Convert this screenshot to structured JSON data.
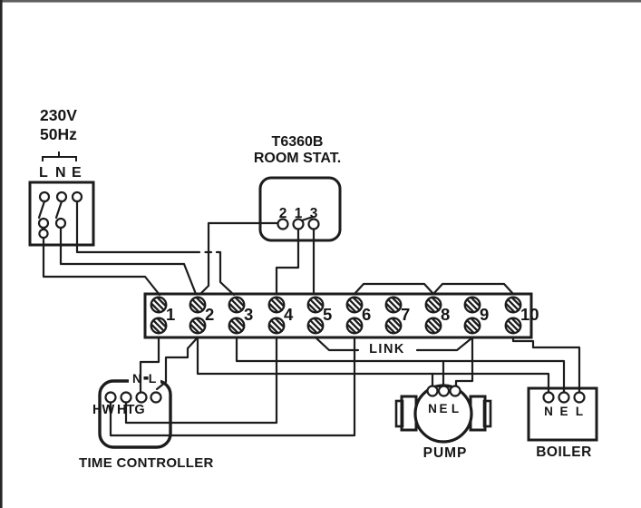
{
  "power_supply": {
    "voltage": "230V",
    "frequency": "50Hz",
    "terminals": [
      "L",
      "N",
      "E"
    ]
  },
  "room_stat": {
    "model": "T6360B",
    "name": "ROOM STAT.",
    "terminals": [
      "2",
      "1",
      "3"
    ]
  },
  "terminal_strip": {
    "terminals": [
      "1",
      "2",
      "3",
      "4",
      "5",
      "6",
      "7",
      "8",
      "9",
      "10"
    ],
    "link_label": "LINK"
  },
  "time_controller": {
    "name": "TIME CONTROLLER",
    "terminals": [
      "HW",
      "HTG",
      "N",
      "L"
    ]
  },
  "pump": {
    "name": "PUMP",
    "terminals": [
      "N",
      "E",
      "L"
    ]
  },
  "boiler": {
    "name": "BOILER",
    "terminals": [
      "N",
      "E",
      "L"
    ]
  },
  "colors": {
    "line": "#1c1c1c",
    "background": "#ffffff"
  }
}
